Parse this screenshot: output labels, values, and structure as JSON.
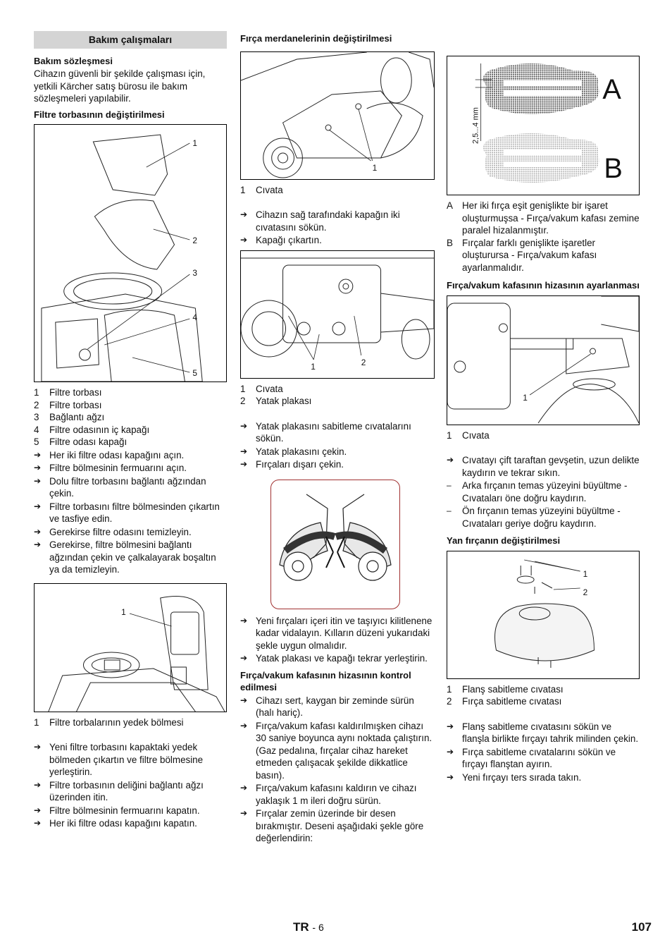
{
  "col1": {
    "section_title": "Bakım çalışmaları",
    "contract_heading": "Bakım sözleşmesi",
    "contract_text": "Cihazın güvenli bir şekilde çalışması için, yetkili Kärcher satış bürosu ile bakım sözleşmeleri yapılabilir.",
    "filter_heading": "Filtre torbasının değiştirilmesi",
    "fig1_labels": [
      "1",
      "2",
      "3",
      "4",
      "5"
    ],
    "legend1": [
      {
        "k": "1",
        "t": "Filtre torbası"
      },
      {
        "k": "2",
        "t": "Filtre torbası"
      },
      {
        "k": "3",
        "t": "Bağlantı ağzı"
      },
      {
        "k": "4",
        "t": "Filtre odasının iç kapağı"
      },
      {
        "k": "5",
        "t": "Filtre odası kapağı"
      }
    ],
    "steps1": [
      "Her iki filtre odası kapağını açın.",
      "Filtre bölmesinin fermuarını açın.",
      "Dolu filtre torbasını bağlantı ağzından çekin.",
      "Filtre torbasını filtre bölmesinden çıkartın ve tasfiye edin.",
      "Gerekirse filtre odasını temizleyin.",
      "Gerekirse, filtre bölmesini bağlantı ağzından çekin ve çalkalayarak boşaltın ya da temizleyin."
    ],
    "fig2_label": "1",
    "legend2": [
      {
        "k": "1",
        "t": "Filtre torbalarının yedek bölmesi"
      }
    ],
    "steps2": [
      "Yeni filtre torbasını kapaktaki yedek bölmeden çıkartın ve filtre bölmesine yerleştirin.",
      "Filtre torbasının deliğini bağlantı ağzı üzerinden itin.",
      "Filtre bölmesinin fermuarını kapatın.",
      "Her iki filtre odası kapağını kapatın."
    ]
  },
  "col2": {
    "heading": "Fırça merdanelerinin değiştirilmesi",
    "fig3_label": "1",
    "legend3": [
      {
        "k": "1",
        "t": "Cıvata"
      }
    ],
    "steps3": [
      "Cihazın sağ tarafındaki kapağın iki cıvatasını sökün.",
      "Kapağı çıkartın."
    ],
    "fig4_labels": [
      "1",
      "2"
    ],
    "legend4": [
      {
        "k": "1",
        "t": "Cıvata"
      },
      {
        "k": "2",
        "t": "Yatak plakası"
      }
    ],
    "steps4": [
      "Yatak plakasını sabitleme cıvatalarını sökün.",
      "Yatak plakasını çekin.",
      "Fırçaları dışarı çekin."
    ],
    "steps5": [
      "Yeni fırçaları içeri itin ve taşıyıcı kilitlenene kadar vidalayın. Kılların düzeni yukarıdaki şekle uygun olmalıdır.",
      "Yatak plakası ve kapağı tekrar yerleştirin."
    ],
    "check_heading": "Fırça/vakum kafasının hizasının kontrol edilmesi",
    "steps6": [
      "Cihazı sert, kaygan bir zeminde sürün (halı hariç).",
      "Fırça/vakum kafası kaldırılmışken cihazı 30 saniye boyunca aynı noktada çalıştırın. (Gaz pedalına, fırçalar cihaz hareket etmeden çalışacak şekilde dikkatlice basın).",
      "Fırça/vakum kafasını kaldırın ve cihazı yaklaşık 1 m ileri doğru sürün.",
      "Fırçalar zemin üzerinde bir desen bırakmıştır. Deseni aşağıdaki şekle göre değerlendirin:"
    ]
  },
  "col3": {
    "fig6_dim": "2,5...4 mm",
    "fig6_a": "A",
    "fig6_b": "B",
    "legend6": [
      {
        "k": "A",
        "t": "Her iki fırça eşit genişlikte bir işaret oluşturmuşsa - Fırça/vakum kafası zemine paralel hizalanmıştır."
      },
      {
        "k": "B",
        "t": "Fırçalar farklı genişlikte işaretler oluşturursa - Fırça/vakum kafası ayarlanmalıdır."
      }
    ],
    "adjust_heading": "Fırça/vakum kafasının hizasının ayarlanması",
    "fig7_label": "1",
    "legend7": [
      {
        "k": "1",
        "t": "Cıvata"
      }
    ],
    "steps7": [
      "Cıvatayı çift taraftan gevşetin, uzun delikte kaydırın ve tekrar sıkın."
    ],
    "dashes7": [
      "Arka fırçanın temas yüzeyini büyültme - Cıvataları öne doğru kaydırın.",
      "Ön fırçanın temas yüzeyini büyültme - Cıvataları geriye doğru kaydırın."
    ],
    "side_heading": "Yan fırçanın değiştirilmesi",
    "fig8_labels": [
      "1",
      "2"
    ],
    "legend8": [
      {
        "k": "1",
        "t": "Flanş sabitleme cıvatası"
      },
      {
        "k": "2",
        "t": "Fırça sabitleme cıvatası"
      }
    ],
    "steps8": [
      "Flanş sabitleme cıvatasını sökün ve flanşla birlikte fırçayı tahrik milinden çekin.",
      "Fırça sabitleme cıvatalarını sökün ve fırçayı flanştan ayırın.",
      "Yeni fırçayı ters sırada takın."
    ]
  },
  "footer": {
    "lang": "TR",
    "section": "- 6",
    "page": "107"
  }
}
